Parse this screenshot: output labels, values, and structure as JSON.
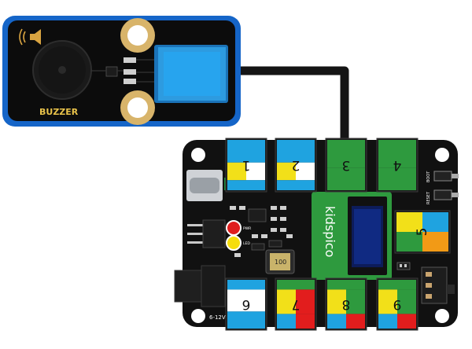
{
  "buzzer_module": {
    "label": "BUZZER"
  },
  "main_board": {
    "brand": "kidspico",
    "power_label": "6-12V",
    "inductor_value": "100",
    "reset_label": "RESET",
    "boot_label": "BOOT",
    "pwr_label": "PWR",
    "led_label": "LED",
    "port_labels": [
      "1",
      "2",
      "3",
      "4",
      "5",
      "6",
      "7",
      "8",
      "9"
    ]
  },
  "colors": {
    "module_blue": "#1565c8",
    "board_black": "#111111",
    "pcb_green": "#2e9a3e",
    "port_blue": "#1fa3e0",
    "port_yellow": "#f2e019",
    "port_red": "#e21d1d",
    "port_orange": "#f29a16",
    "cable_black": "#151515"
  }
}
